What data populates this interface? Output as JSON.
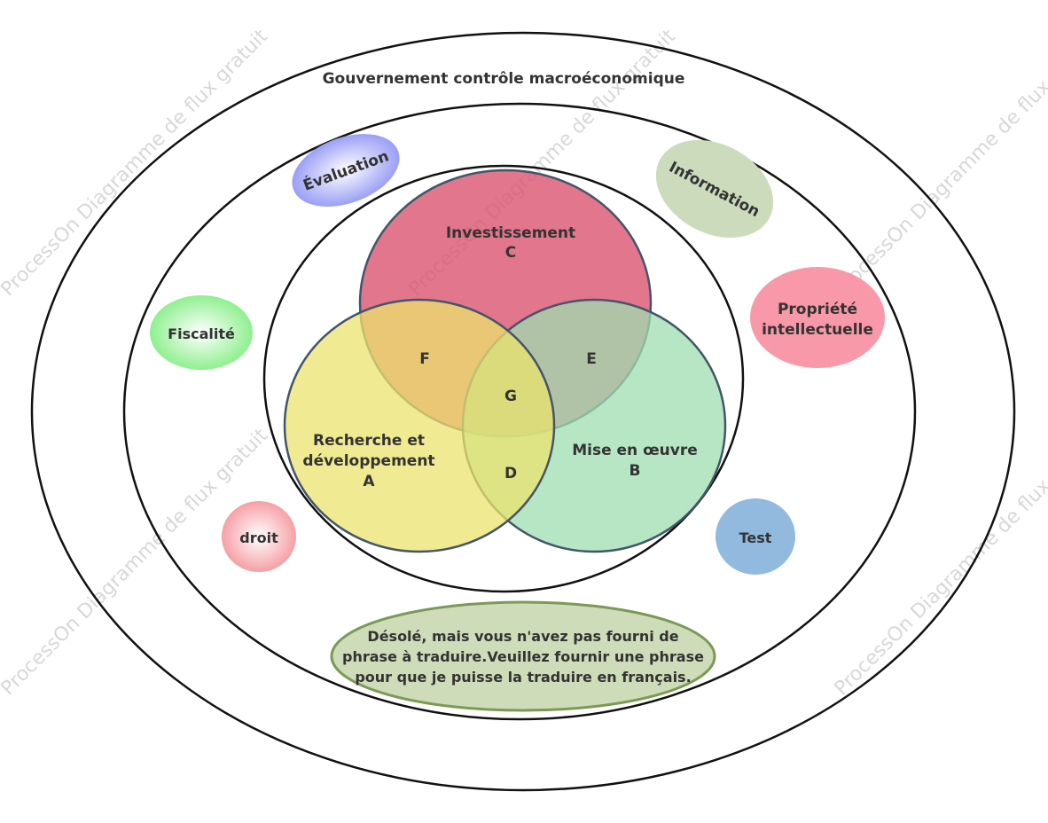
{
  "watermark": "ProcessOn Diagramme de flux gratuit",
  "outer_title": "Gouvernement contrôle macroéconomique",
  "venn": {
    "c": {
      "label": "Investissement",
      "letter": "C",
      "color": "#d9546f"
    },
    "a": {
      "label_line1": "Recherche et",
      "label_line2": "développement",
      "letter": "A",
      "color": "#ebe36e"
    },
    "b": {
      "label": "Mise en œuvre",
      "letter": "B",
      "color": "#9fddb0"
    },
    "intersections": {
      "ac": "F",
      "bc": "E",
      "abc": "G",
      "ab": "D"
    }
  },
  "bubbles": {
    "evaluation": {
      "label": "Évaluation",
      "color": "#9b9ff5"
    },
    "information": {
      "label": "Information",
      "color": "#cbdbbc"
    },
    "fiscalite": {
      "label": "Fiscalité",
      "color": "#8ff08f"
    },
    "propriete": {
      "line1": "Propriété",
      "line2": "intellectuelle",
      "color": "#f898a8"
    },
    "droit": {
      "label": "droit",
      "color": "#f5a0a6"
    },
    "test": {
      "label": "Test",
      "color": "#92badf"
    }
  },
  "bottom_note": {
    "line1": "Désolé, mais vous n'avez pas fourni de",
    "line2": "phrase à traduire.Veuillez fournir une phrase",
    "line3": "pour que je puisse la traduire en français.",
    "fill": "#cfdcb9",
    "border": "#7a9a55"
  }
}
